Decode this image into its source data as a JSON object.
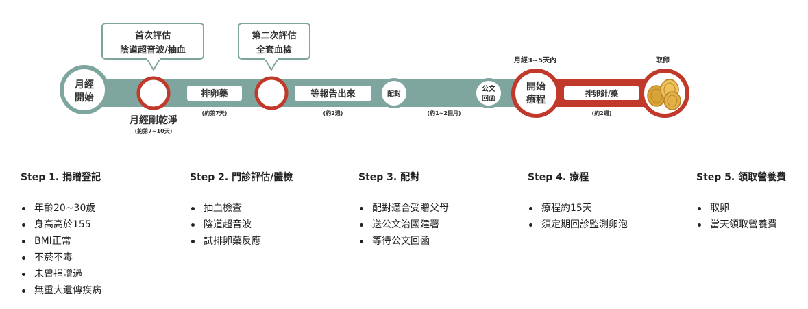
{
  "timeline": {
    "start_circle": [
      "月經",
      "開始"
    ],
    "period_clean": {
      "label": "月經剛乾淨",
      "sub": "(約第7~10天)"
    },
    "callout_first": [
      "首次評估",
      "陰道超音波/抽血"
    ],
    "callout_second": [
      "第二次評估",
      "全套血檢"
    ],
    "pill_ovulation": {
      "label": "排卵藥",
      "sub": "(約第7天)"
    },
    "pill_wait_report": {
      "label": "等報告出來",
      "sub": "(約2週)"
    },
    "circle_match": "配對",
    "circle_official": [
      "公文",
      "回函"
    ],
    "duration_official": "(約1~2個月)",
    "label_period_3_5": "月經3~5天內",
    "circle_treatment": [
      "開始",
      "療程"
    ],
    "pill_injection": {
      "label": "排卵針/藥",
      "sub": "(約2週)"
    },
    "label_retrieval": "取卵",
    "colors": {
      "teal": "#7fa59f",
      "red": "#c0392b",
      "gold": "#e8b84a"
    }
  },
  "steps": [
    {
      "title": "Step 1. 捐贈登記",
      "items": [
        "年齡20~30歲",
        "身高高於155",
        "BMI正常",
        "不菸不毒",
        "未曾捐贈過",
        "無重大遺傳疾病"
      ]
    },
    {
      "title": "Step 2. 門診評估/體檢",
      "items": [
        "抽血檢查",
        "陰道超音波",
        "試排卵藥反應"
      ]
    },
    {
      "title": "Step 3. 配對",
      "items": [
        "配對適合受贈父母",
        "送公文治國建署",
        "等待公文回函"
      ]
    },
    {
      "title": "Step 4. 療程",
      "items": [
        "療程約15天",
        "須定期回診監測卵泡"
      ]
    },
    {
      "title": "Step 5. 領取營養費",
      "items": [
        "取卵",
        "當天領取營養費"
      ]
    }
  ]
}
